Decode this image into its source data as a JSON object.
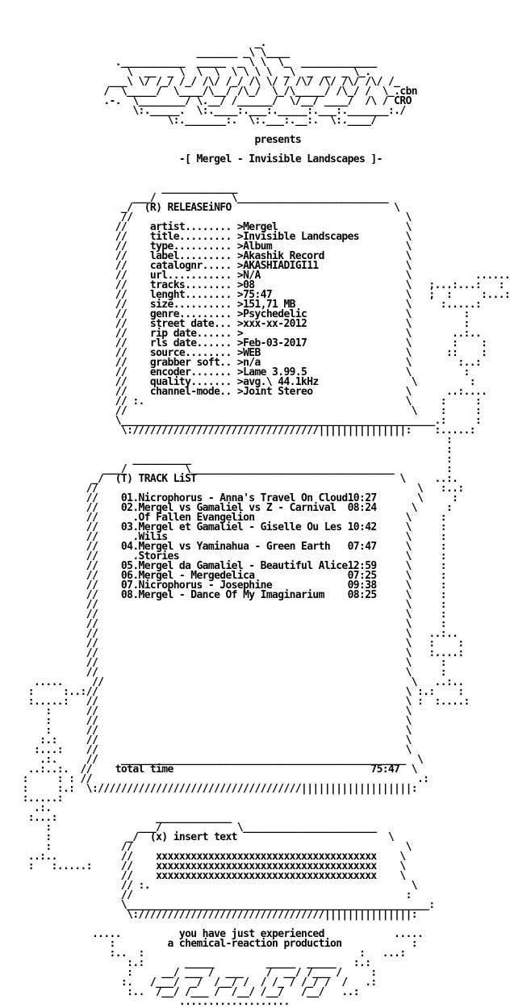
{
  "nfo_lines": [
    "                                           _.",
    "                                 _______ _\\ \\____",
    "                   .___________  _____  _ \\ \\  \\_  _____________",
    "                     \\  __  _ \\  \\  \\  \\ \\ \\ \\  _\\  _  _  _ \\_.",
    "                  ___\\ \\/ /_/ /_/ /\\/ /_/ /\\ \\/ / /\\/ /\\/ /\\/ /\\/ /_",
    "                 /  \\_____/  \\____/\\__/ /\\_/  \\_/\\_____/ /\\_/ /  \\_.cbn",
    "                 .-.  \\________/ \\.__/ /______/  \\/__/ ____/  /\\ / CRO",
    "                      \\:._____.  \\:.____:.___:._____:.___:._______:./",
    "                            \\:._______:.  \\:.___:.__:.  \\:.____/",
    "",
    "                                           presents",
    "",
    "                              -[ Mergel - Invisible Landscapes ]-",
    "",
    "",
    "                           _____________",
    "                      ___/             \\__________________________",
    "                    _/  (R) RELEASEiNFO                            \\",
    "                    //                                               \\",
    "                   //    artist........ >Mergel                      \\",
    "                   //    title......... >Invisible Landscapes        \\",
    "                   //    type.......... >Album                       \\",
    "                   //    label......... >Akashik Record              \\",
    "                   //    catalognr..... >AKASHIADIGI11               \\",
    "                   //    url........... >N/A                         \\           ......",
    "                   //    tracks........ >08                          \\   ;...:...:   :",
    "                   //    lenght........ >75:47                       \\   ;  :     :...:",
    "                   //    size.......... >151,71 MB                   \\     :.....:",
    "                   //    genre......... >Psychedelic                 \\         :",
    "                   //    street date... >xxx-xx-2012                 \\         :",
    "                   //    rip date...... >                            \\       ..:..",
    "                   //    rls date...... >Feb-03-2017                 \\       :    :",
    "                   //    source........ >WEB                         \\      ::    :",
    "                   //    grabber soft.. >n/a                         \\        :..:",
    "                   //    encoder....... >Lame 3.99.5                 \\         :",
    "                   //    quality....... >avg.\\ 44.1kHz                \\         :",
    "                   //    channel-mode.. >Joint Stereo                \\      ..:....",
    "                   // :.                                             \\     :     :",
    "                   //                                                 \\    :     :",
    "                   \\______________________________________________________.:     :",
    "                    \\:////////////////////////////////|||||||||||||||:    :.....:",
    "                                                                            :",
    "                                                                            :",
    "                      __________                                            :",
    "                 ___/          \\___________________________________         :",
    "               _/  (T) TRACK LiST                                   \\     ..:.",
    "              //                                                       \\   :..:",
    "              //    01.Nicrophorus - Anna's Travel On Cloud10:27       \\     :",
    "              //    02.Mergel vs Gamaliel vs Z - Carnival  08:24      \\     :",
    "              //      .Of Fallen Evangelion                          \\     :",
    "              //    03.Mergel et Gamaliel - Giselle Ou Les 10:42     \\     :",
    "              //      .Wilis                                         \\     :",
    "              //    04.Mergel vs Yaminahua - Green Earth   07:47     \\     :",
    "              //      .Stories                                       \\     :",
    "              //    05.Mergel da Gamaliel - Beautiful Alice12:59     \\     :",
    "              //    06.Mergel - Mergedelica                07:25     \\     :",
    "              //    07.Nicrophorus - Josephine             09:38     \\     :",
    "              //    08.Mergel - Dance Of My Imaginarium    08:25     \\     :",
    "              //                                                     \\     :",
    "              //                                                     \\     :",
    "              //                                                     \\     :",
    "              //                                                     \\   ..:..",
    "              //                                                     \\   :    :",
    "              //                                                     \\   :....:",
    "              //                                                     \\     :",
    "              //                                                     \\     :",
    "     .....     //                                                     \\   ..:..",
    "    :     :..://                                                     \\ :.:    :",
    "    :.....:   //                                                     \\ :  :....:",
    "       :      //                                                     \\",
    "       :      //                                                     \\",
    "       :      //                                                     \\",
    "      :.:     //                                                     \\",
    "     :...:    //                                                     \\",
    "      .:.     //    _________________________________________________  \\",
    "    ..:..:.  //    total time                                  75:47  \\",
    "   :     : : //                                                        .:",
    "   :     :.:  \\:///////////////////////////////////|||||||||||||||||||:",
    "   :.....:",
    "     .:.",
    "    :...:                 _____________",
    "       :               ___/             \\_______________________",
    "       :             _/  (x) insert text                          \\",
    "       :            //                                               \\",
    "    ..:..           //    xxxxxxxxxxxxxxxxxxxxxxxxxxxxxxxxxxxxxx    \\",
    "    :   :.....:     //    xxxxxxxxxxxxxxxxxxxxxxxxxxxxxxxxxxxxxx    \\",
    "                    //    xxxxxxxxxxxxxxxxxxxxxxxxxxxxxxxxxxxxxx    \\",
    "                    // :.                                             \\",
    "                    //                                               :",
    "                    \\____________________________________________________:",
    "                     \\:////////////////////////////////|||||||||||||||:",
    "",
    "               .....          you have just experienced            .....",
    "                  :         a chemical-reaction production            :",
    "                  :..  :                                     :   ...:",
    "                     :.:       _____         _____  _____   :.:",
    "                     :     __/ ___ /  ___    /  __/ /___ /     :",
    "                    :.   /___/  _/  /__/ /  / /_ / /_/ /  /   .:",
    "                     :..  /__/ /___ /  /__/ /__/   /__/   ..:",
    "                              ..................."
  ]
}
